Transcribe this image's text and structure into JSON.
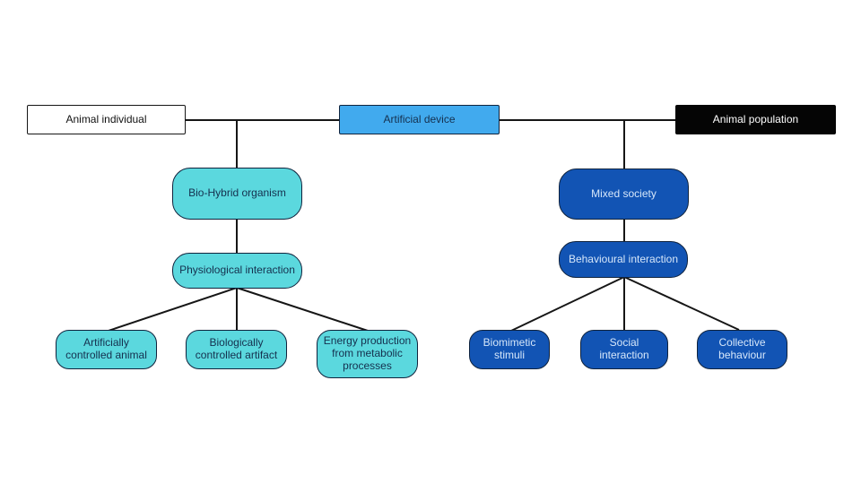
{
  "colors": {
    "bg": "#ffffff",
    "line": "#161616",
    "teal": "#5bd8de",
    "azure": "#41aaee",
    "darkblue": "#1254b4",
    "black": "#050505",
    "navy-border": "#10233d",
    "navy-text": "#15304e",
    "lightblue-text": "#d6e7fa"
  },
  "nodes": {
    "animal_individual": {
      "label": "Animal individual"
    },
    "artificial_device": {
      "label": "Artificial device"
    },
    "animal_population": {
      "label": "Animal population"
    },
    "bio_hybrid": {
      "label": "Bio-Hybrid organism"
    },
    "physiological": {
      "label": "Physiological interaction"
    },
    "artificially_controlled": {
      "label": "Artificially controlled animal"
    },
    "biologically_controlled": {
      "label": "Biologically controlled artifact"
    },
    "energy_production": {
      "label": "Energy production from metabolic processes"
    },
    "mixed_society": {
      "label": "Mixed society"
    },
    "behavioural_interaction": {
      "label": "Behavioural interaction"
    },
    "biomimetic_stimuli": {
      "label": "Biomimetic stimuli"
    },
    "social_interaction": {
      "label": "Social interaction"
    },
    "collective_behaviour": {
      "label": "Collective behaviour"
    }
  }
}
